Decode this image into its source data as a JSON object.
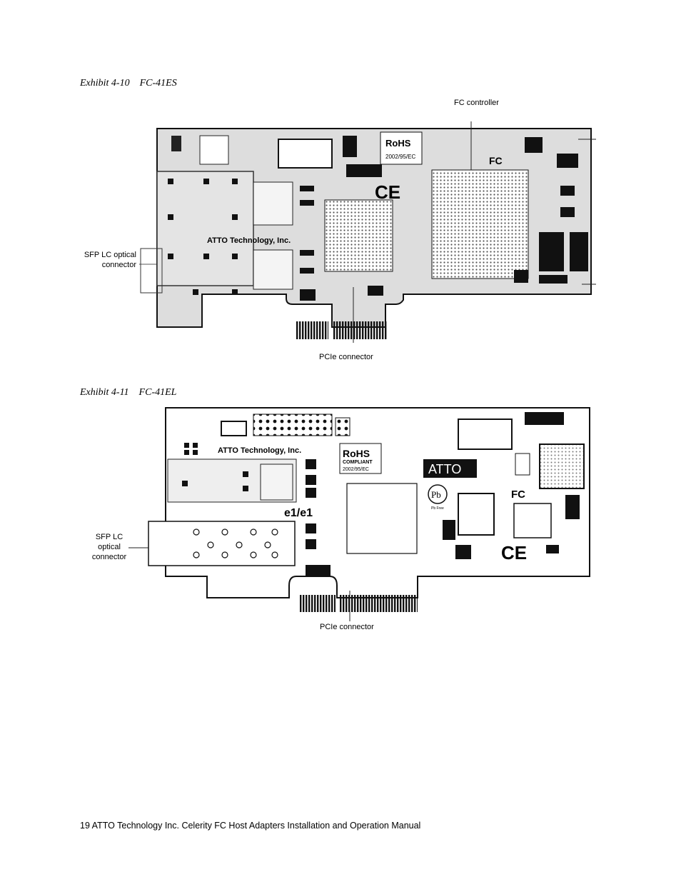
{
  "exhibit1": {
    "caption": "Exhibit 4-10    FC-41ES",
    "labels": {
      "fc_controller": "FC controller",
      "sfp_line1": "SFP LC optical",
      "sfp_line2": "connector",
      "pcie": "PCIe connector"
    },
    "board_text": {
      "rohs": "RoHS",
      "directive": "2002/95/EC",
      "brand": "ATTO Technology, Inc.",
      "ce": "CE",
      "fc": "FC"
    }
  },
  "exhibit2": {
    "caption": "Exhibit 4-11    FC-41EL",
    "labels": {
      "sfp_line1": "SFP LC",
      "sfp_line2": "optical",
      "sfp_line3": "connector",
      "pcie": "PCIe connector"
    },
    "board_text": {
      "brand": "ATTO Technology, Inc.",
      "rohs": "RoHS",
      "compliant": "COMPLIANT",
      "directive": "2002/95/EC",
      "atto": "ATTO",
      "model": "e1/e1",
      "ce": "CE",
      "fc": "FC",
      "pb": "Pb",
      "pb_free": "Pb Free"
    }
  },
  "footer": "19 ATTO Technology Inc. Celerity FC Host Adapters Installation and Operation Manual"
}
